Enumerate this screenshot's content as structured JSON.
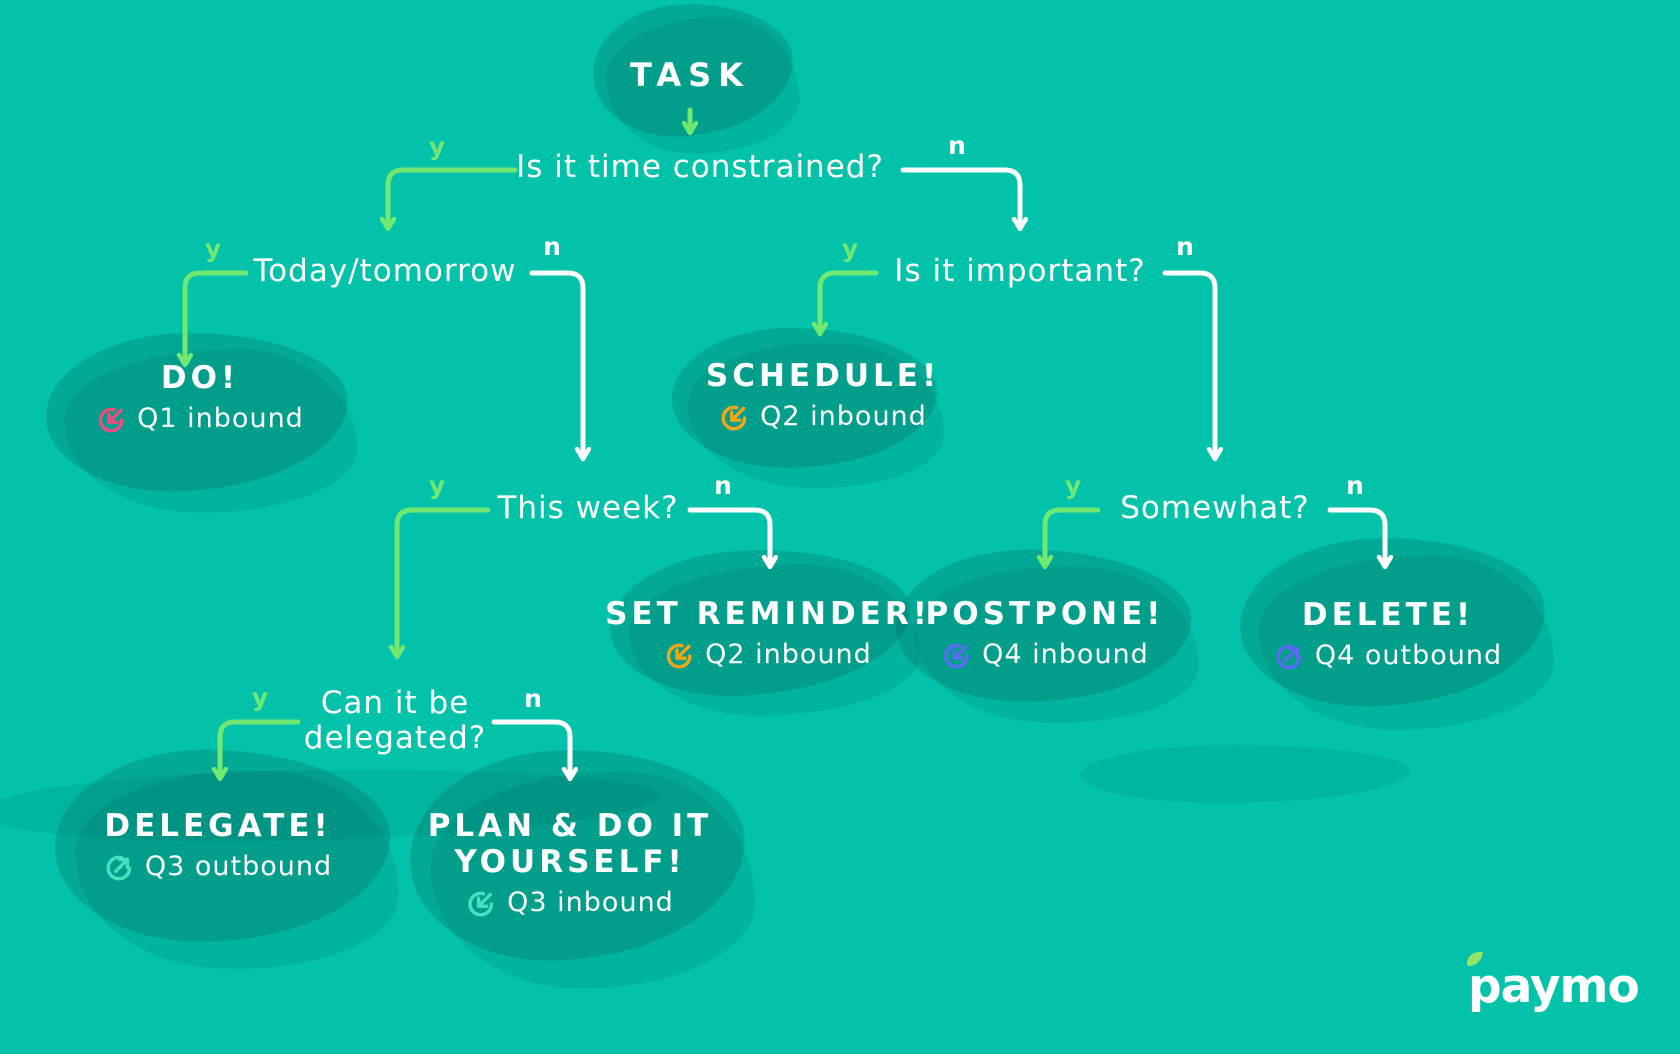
{
  "colors": {
    "background": "#02c3aa",
    "branch_yes": "#70e871",
    "branch_no": "#ffffff",
    "q1": "#f24b80",
    "q2": "#f2a71b",
    "q3": "#4adfbe",
    "q4": "#5a6bf2",
    "logo_leaf": "#97e464"
  },
  "branch_labels": {
    "yes": "y",
    "no": "n"
  },
  "nodes": {
    "task": {
      "label": "TASK"
    },
    "time_constrained": {
      "label": "Is it time constrained?"
    },
    "today_tomorrow": {
      "label": "Today/tomorrow"
    },
    "this_week": {
      "label": "This week?"
    },
    "can_delegate": {
      "line1": "Can it be",
      "line2": "delegated?"
    },
    "important": {
      "label": "Is it important?"
    },
    "somewhat": {
      "label": "Somewhat?"
    },
    "do": {
      "title": "DO!",
      "tag": "Q1 inbound",
      "icon": "inbound"
    },
    "schedule": {
      "title": "SCHEDULE!",
      "tag": "Q2 inbound",
      "icon": "inbound"
    },
    "set_reminder": {
      "title": "SET REMINDER!",
      "tag": "Q2 inbound",
      "icon": "inbound"
    },
    "postpone": {
      "title": "POSTPONE!",
      "tag": "Q4 inbound",
      "icon": "inbound"
    },
    "delete": {
      "title": "DELETE!",
      "tag": "Q4 outbound",
      "icon": "outbound"
    },
    "delegate": {
      "title": "DELEGATE!",
      "tag": "Q3 outbound",
      "icon": "outbound"
    },
    "plan_diy": {
      "line1": "PLAN & DO IT",
      "line2": "YOURSELF!",
      "tag": "Q3 inbound",
      "icon": "inbound"
    }
  },
  "logo": {
    "text": "paymo"
  }
}
